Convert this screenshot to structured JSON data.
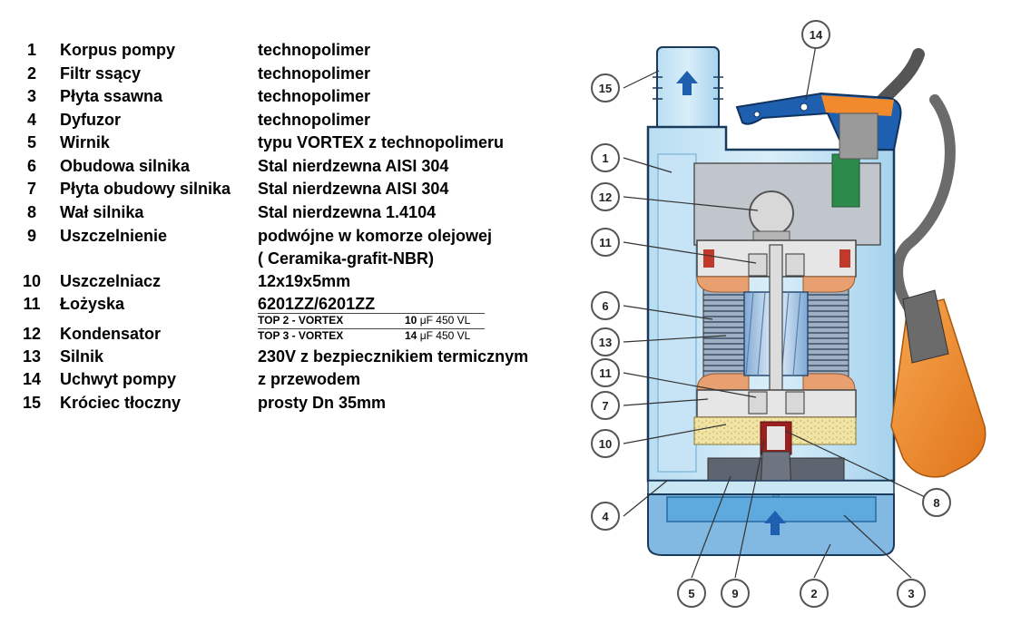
{
  "parts": [
    {
      "num": "1",
      "name": "Korpus pompy",
      "material": "technopolimer"
    },
    {
      "num": "2",
      "name": "Filtr ssący",
      "material": "technopolimer"
    },
    {
      "num": "3",
      "name": "Płyta ssawna",
      "material": "technopolimer"
    },
    {
      "num": "4",
      "name": "Dyfuzor",
      "material": "technopolimer"
    },
    {
      "num": "5",
      "name": "Wirnik",
      "material": "typu VORTEX z technopolimeru"
    },
    {
      "num": "6",
      "name": "Obudowa silnika",
      "material": "Stal nierdzewna AISI 304"
    },
    {
      "num": "7",
      "name": "Płyta obudowy silnika",
      "material": "Stal nierdzewna AISI 304"
    },
    {
      "num": "8",
      "name": "Wał silnika",
      "material": "Stal nierdzewna 1.4104"
    },
    {
      "num": "9",
      "name": "Uszczelnienie",
      "material": "podwójne w komorze olejowej",
      "material_line2": "( Ceramika-grafit-NBR)"
    },
    {
      "num": "10",
      "name": "Uszczelniacz",
      "material": "12x19x5mm"
    },
    {
      "num": "11",
      "name": "Łożyska",
      "material": "6201ZZ/6201ZZ"
    },
    {
      "num": "12",
      "name": "Kondensator",
      "capacitors": [
        {
          "model": "TOP 2 - VORTEX",
          "value": "10",
          "unit": "μF 450 VL"
        },
        {
          "model": "TOP 3 - VORTEX",
          "value": "14",
          "unit": "μF 450 VL"
        }
      ]
    },
    {
      "num": "13",
      "name": "Silnik",
      "material": "230V z bezpiecznikiem termicznym"
    },
    {
      "num": "14",
      "name": "Uchwyt pompy",
      "material": "z przewodem"
    },
    {
      "num": "15",
      "name": "Króciec tłoczny",
      "material": "prosty Dn 35mm"
    }
  ],
  "callouts": [
    "15",
    "14",
    "1",
    "12",
    "11",
    "6",
    "13",
    "11",
    "7",
    "10",
    "4",
    "5",
    "9",
    "2",
    "3",
    "8"
  ],
  "colors": {
    "body": "#c9e6f5",
    "body_dark": "#8ec9e8",
    "outline": "#1a3a5c",
    "blue": "#1f5fb0",
    "orange": "#f08a2a",
    "rotor": "#a8c8e8",
    "copper": "#e8a070",
    "oil": "#efe3a6",
    "gray": "#bdbdbd",
    "callout_fill": "#ffffff",
    "callout_stroke": "#555555"
  }
}
